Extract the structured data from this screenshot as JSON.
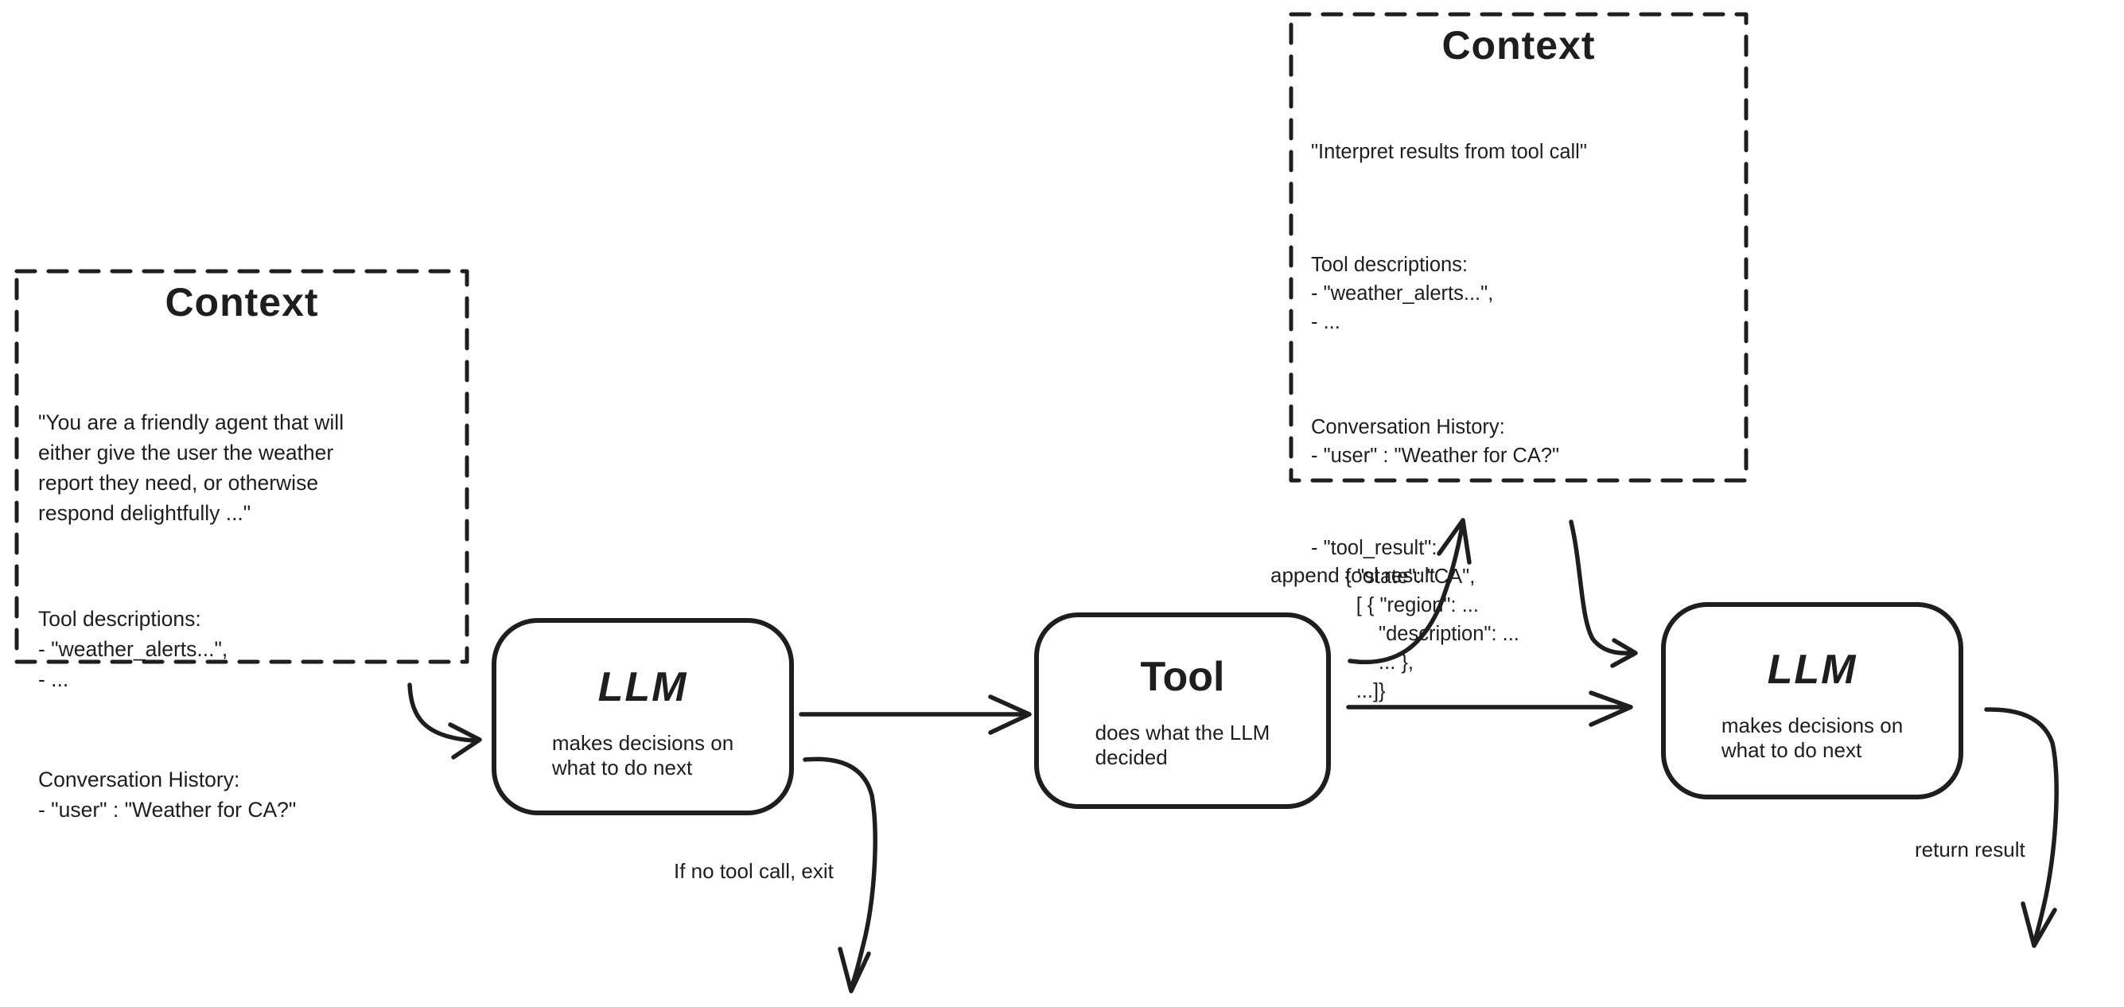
{
  "canvas": {
    "background": "#ffffff",
    "ink": "#1e1e1e"
  },
  "context_left": {
    "title": "Context",
    "p1": "\"You are a friendly agent that will\neither give the user the weather\nreport they need, or otherwise\nrespond delightfully ...\"",
    "p2": "Tool descriptions:\n- \"weather_alerts...\",\n- ...",
    "p3": "Conversation History:\n- \"user\" : \"Weather for CA?\""
  },
  "context_top": {
    "title": "Context",
    "p1": "\"Interpret results from tool call\"",
    "p2": "Tool descriptions:\n- \"weather_alerts...\",\n- ...",
    "p3": "Conversation History:\n- \"user\" : \"Weather for CA?\"",
    "p4": "- \"tool_result\":\n      { \"state\": \"CA\",\n        [ { \"region\": ...\n            \"description\": ...\n            ... },\n        ...]}"
  },
  "nodes": {
    "llm1": {
      "title": "LLM",
      "description": "makes decisions on\nwhat to do next"
    },
    "tool": {
      "title": "Tool",
      "description": "does what the LLM\ndecided"
    },
    "llm2": {
      "title": "LLM",
      "description": "makes decisions on\nwhat to do next"
    }
  },
  "edge_labels": {
    "append_tool_result": "append tool result",
    "if_no_tool_call_exit": "If no tool call, exit",
    "return_result": "return result"
  }
}
